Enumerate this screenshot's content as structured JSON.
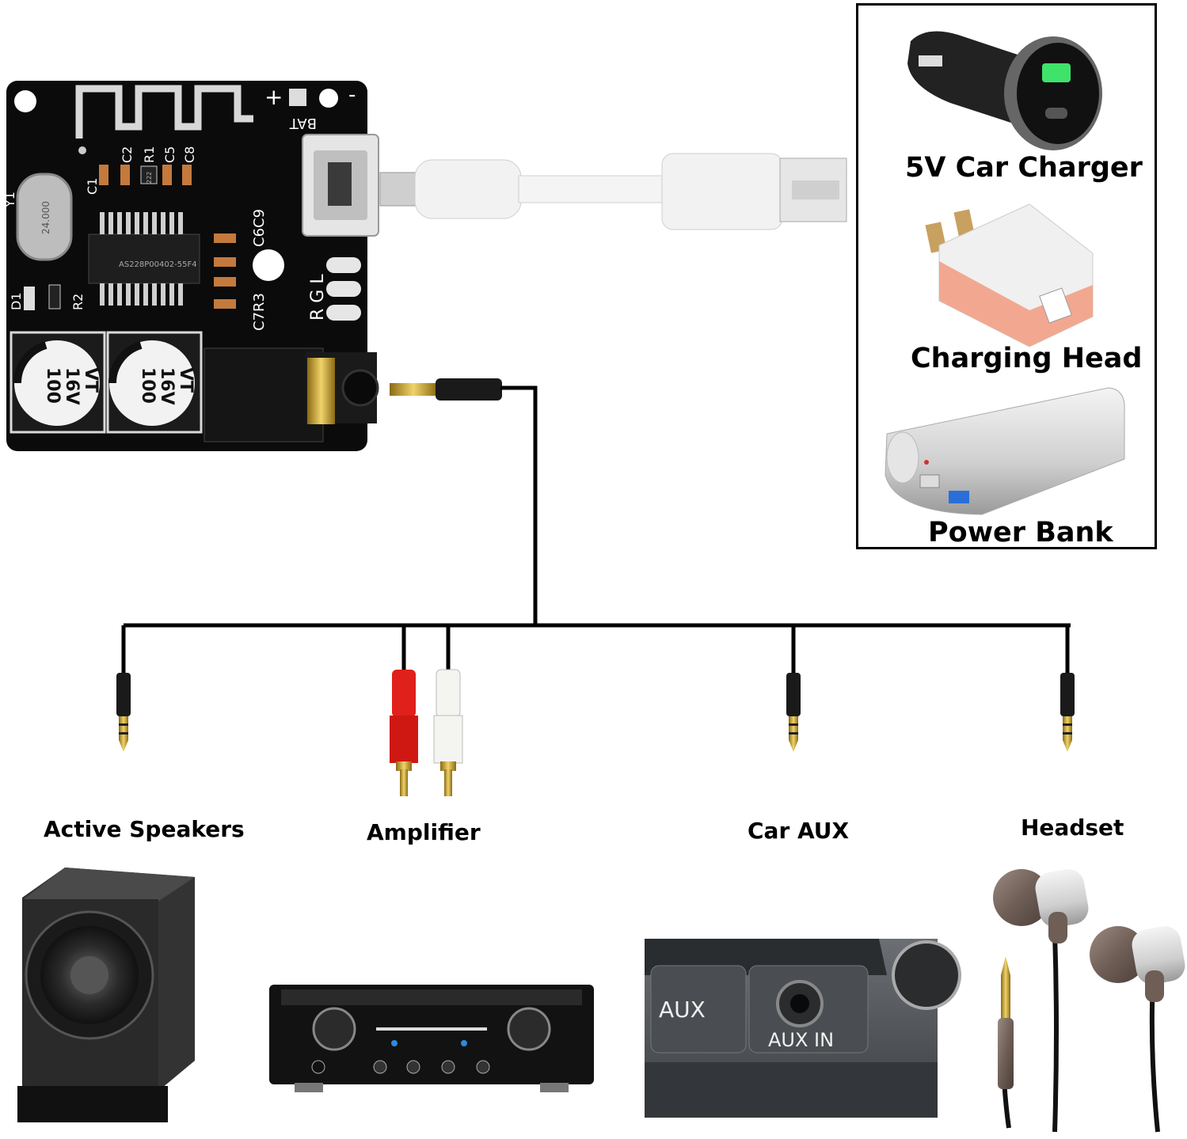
{
  "board": {
    "silkscreen": {
      "bat": "BAT",
      "plus": "+",
      "minus": "-",
      "c1": "C1",
      "c2": "C2",
      "r1": "R1",
      "c5": "C5",
      "c8": "C8",
      "c6c9": "C6C9",
      "c7r3": "C7R3",
      "y1": "Y1",
      "d1": "D1",
      "r2": "R2",
      "rgl": "R G L",
      "chip": "AS228P00402-55F4",
      "cap_line1": "100",
      "cap_line2": "16V",
      "cap_line3": "VT",
      "resistor": "222",
      "crystal": "24.000"
    }
  },
  "power_sources": [
    {
      "label": "5V Car Charger"
    },
    {
      "label": "Charging Head"
    },
    {
      "label": "Power Bank"
    }
  ],
  "outputs": [
    {
      "label": "Active Speakers"
    },
    {
      "label": "Amplifier"
    },
    {
      "label": "Car AUX"
    },
    {
      "label": "Headset"
    }
  ],
  "car_aux_panel": {
    "aux": "AUX",
    "aux_in": "AUX IN"
  },
  "colors": {
    "board": "#0b0b0b",
    "cable_white": "#f2f2f2",
    "wire": "#000000",
    "rca_red": "#e0201a",
    "rca_white": "#f4f4f0",
    "gold": "#c9a227",
    "charger_green": "#3fe36a"
  }
}
